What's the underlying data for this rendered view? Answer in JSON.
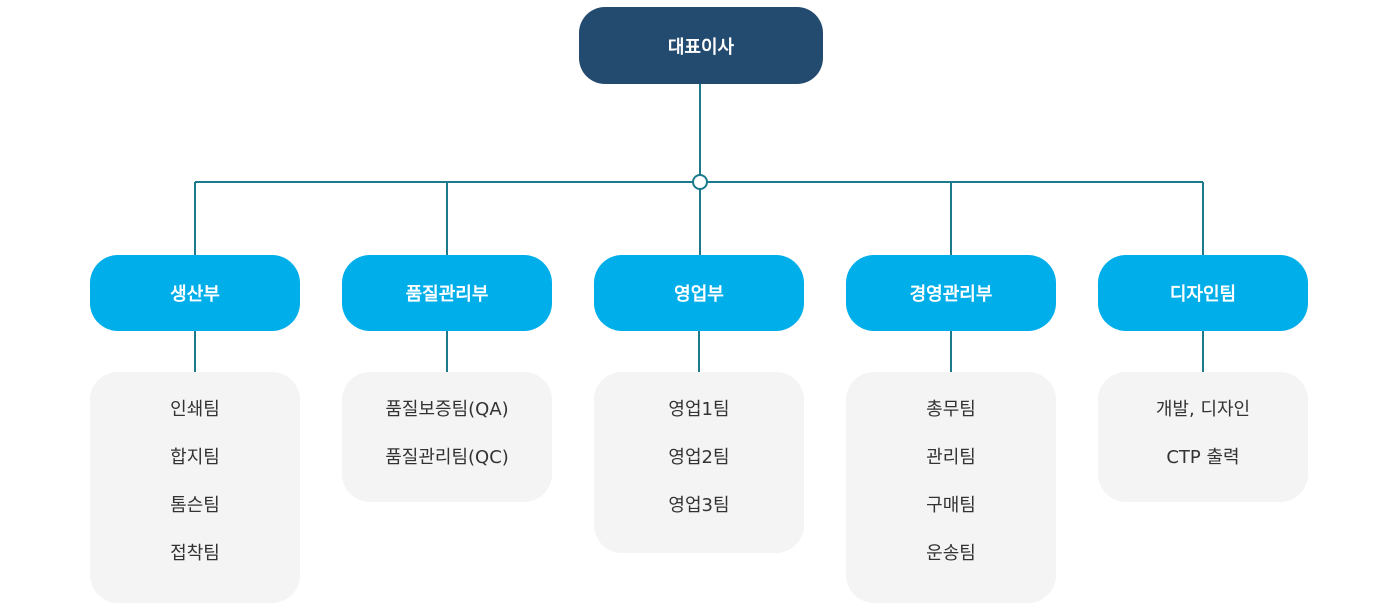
{
  "ceo": "대표이사",
  "departments": [
    {
      "name": "생산부",
      "teams": [
        "인쇄팀",
        "합지팀",
        "톰슨팀",
        "접착팀"
      ]
    },
    {
      "name": "품질관리부",
      "teams": [
        "품질보증팀(QA)",
        "품질관리팀(QC)"
      ]
    },
    {
      "name": "영업부",
      "teams": [
        "영업1팀",
        "영업2팀",
        "영업3팀"
      ]
    },
    {
      "name": "경영관리부",
      "teams": [
        "총무팀",
        "관리팀",
        "구매팀",
        "운송팀"
      ]
    },
    {
      "name": "디자인팀",
      "teams": [
        "개발, 디자인",
        "CTP 출력"
      ]
    }
  ],
  "colors": {
    "ceo_box": "#234a6f",
    "dept_box": "#00aeea",
    "team_box": "#f4f4f4",
    "connector": "#1c7a8c"
  }
}
